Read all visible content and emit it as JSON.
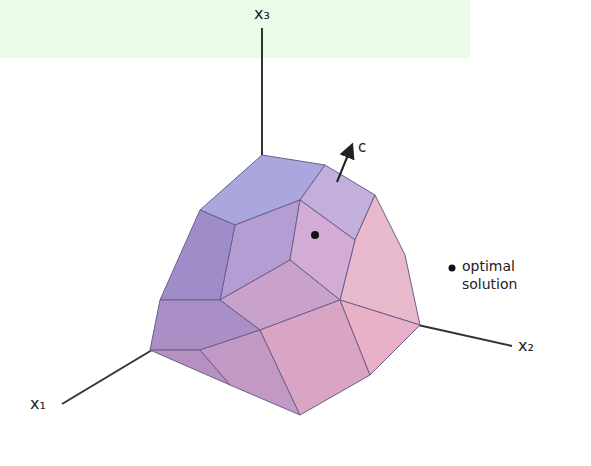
{
  "diagram": {
    "labels": [
      "x₃",
      "c",
      "x₁",
      "x₂"
    ],
    "legend": [
      {
        "text": "optimal solution"
      }
    ]
  }
}
